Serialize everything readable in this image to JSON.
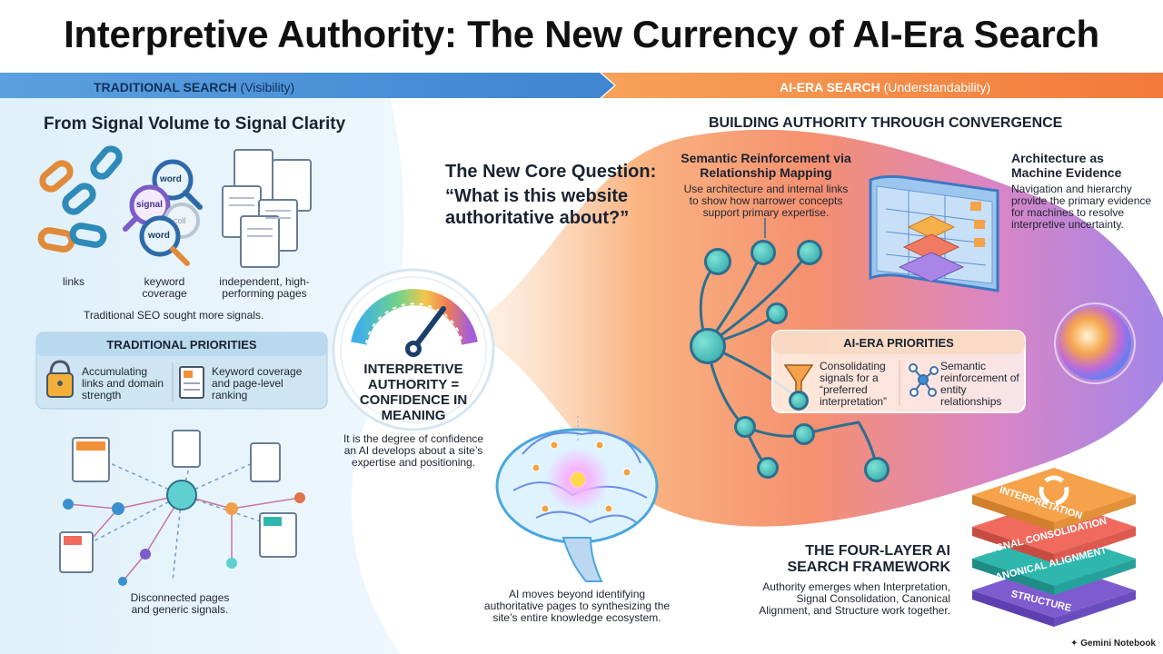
{
  "title": "Interpretive Authority: The New Currency of AI-Era Search",
  "banner": {
    "left_main": "TRADITIONAL SEARCH",
    "left_sub": "(Visibility)",
    "right_main": "AI-ERA SEARCH",
    "right_sub": "(Understandability)"
  },
  "left": {
    "heading": "From Signal Volume to Signal Clarity",
    "icons": {
      "links": "links",
      "keyword": "keyword coverage",
      "pages": "independent, high-performing pages",
      "words": [
        "word",
        "signal",
        "coll",
        "word"
      ]
    },
    "signals_note": "Traditional SEO sought more signals.",
    "priorities_title": "TRADITIONAL PRIORITIES",
    "priority_1": "Accumulating links and domain strength",
    "priority_2": "Keyword coverage and page-level ranking",
    "network_caption": "Disconnected pages and generic signals."
  },
  "center": {
    "question_intro": "The New Core Question:",
    "question": "“What is this website authoritative about?”",
    "gauge_title": "INTERPRETIVE AUTHORITY = CONFIDENCE IN MEANING",
    "gauge_desc": "It is the degree of confidence an AI develops about a site’s expertise and positioning.",
    "brain_caption": "AI moves beyond identifying authoritative pages to synthesizing the site’s entire knowledge ecosystem."
  },
  "right": {
    "heading": "BUILDING AUTHORITY THROUGH CONVERGENCE",
    "semantic_title": "Semantic Reinforcement via Relationship Mapping",
    "semantic_desc": "Use architecture and internal links to show how narrower concepts support primary expertise.",
    "arch_title": "Architecture as Machine Evidence",
    "arch_desc": "Navigation and hierarchy provide the primary evidence for machines to resolve interpretive uncertainty.",
    "priorities_title": "AI-ERA PRIORITIES",
    "priority_1": "Consolidating signals for a “preferred interpretation”",
    "priority_2": "Semantic reinforcement of entity relationships",
    "framework_title": "THE FOUR-LAYER AI SEARCH FRAMEWORK",
    "framework_desc": "Authority emerges when Interpretation, Signal Consolidation, Canonical Alignment, and Structure work together.",
    "layers": [
      "INTERPRETATION",
      "SIGNAL CONSOLIDATION",
      "CANONICAL ALIGNMENT",
      "STRUCTURE"
    ]
  },
  "footer": {
    "brand": "Gemini Notebook"
  },
  "colors": {
    "banner_blue": "#4a8fd4",
    "banner_orange": "#f4873d",
    "teal": "#2ea3a6",
    "layer_orange": "#f5a24a",
    "layer_coral": "#f06a5e",
    "layer_teal": "#2fb7ad",
    "layer_purple": "#7e5ccf"
  }
}
